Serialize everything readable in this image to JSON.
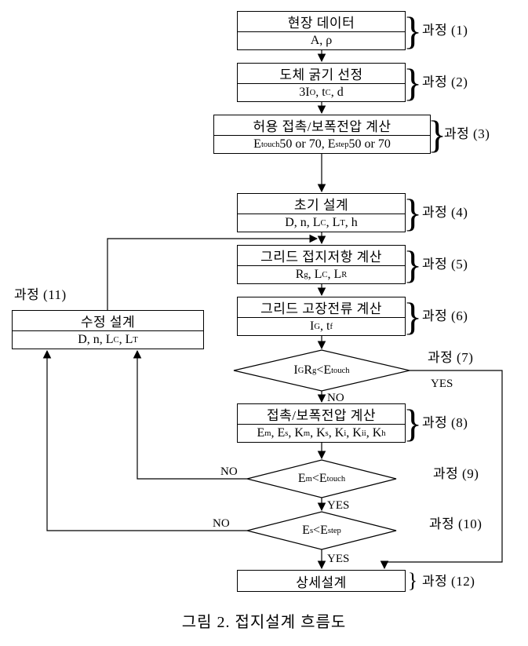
{
  "caption": "그림 2. 접지설계 흐름도",
  "edge_labels": {
    "yes": "YES",
    "no": "NO"
  },
  "decor": {
    "brace": "}"
  },
  "process_labels": {
    "p1": "과정 (1)",
    "p2": "과정 (2)",
    "p3": "과정 (3)",
    "p4": "과정 (4)",
    "p5": "과정 (5)",
    "p6": "과정 (6)",
    "p7": "과정 (7)",
    "p8": "과정 (8)",
    "p9": "과정 (9)",
    "p10": "과정 (10)",
    "p11": "과정 (11)",
    "p12": "과정 (12)"
  },
  "nodes": {
    "site_data": {
      "title": "현장 데이터",
      "value": [
        [
          "A, ρ",
          false
        ]
      ]
    },
    "conductor_size": {
      "title": "도체 굵기 선정",
      "value": [
        [
          "3I",
          false
        ],
        [
          "O",
          true
        ],
        [
          ", t",
          false
        ],
        [
          "C",
          true
        ],
        [
          ", d",
          false
        ]
      ]
    },
    "allowable_voltage": {
      "title": "허용 접촉/보폭전압 계산",
      "value": [
        [
          "E",
          false
        ],
        [
          "touch",
          true
        ],
        [
          " 50 or 70, E",
          false
        ],
        [
          "step",
          true
        ],
        [
          " 50 or 70",
          false
        ]
      ]
    },
    "initial_design": {
      "title": "초기 설계",
      "value": [
        [
          "D, n, L",
          false
        ],
        [
          "C",
          true
        ],
        [
          ", L",
          false
        ],
        [
          "T",
          true
        ],
        [
          ", h",
          false
        ]
      ]
    },
    "grid_resistance": {
      "title": "그리드 접지저항 계산",
      "value": [
        [
          "R",
          false
        ],
        [
          "g",
          true
        ],
        [
          ", L",
          false
        ],
        [
          "C",
          true
        ],
        [
          ", L",
          false
        ],
        [
          "R",
          true
        ]
      ]
    },
    "grid_fault_current": {
      "title": "그리드 고장전류 계산",
      "value": [
        [
          "I",
          false
        ],
        [
          "G",
          true
        ],
        [
          ", t",
          false
        ],
        [
          "f",
          true
        ]
      ]
    },
    "decision_touch_limit": {
      "condition": [
        [
          "I",
          false
        ],
        [
          "G",
          true
        ],
        [
          "R",
          false
        ],
        [
          "g",
          true
        ],
        [
          "<E",
          false
        ],
        [
          "touch",
          true
        ]
      ]
    },
    "touch_step_voltage": {
      "title": "접촉/보폭전압 계산",
      "value": [
        [
          "E",
          false
        ],
        [
          "m",
          true
        ],
        [
          ", E",
          false
        ],
        [
          "s",
          true
        ],
        [
          ", K",
          false
        ],
        [
          "m",
          true
        ],
        [
          ", K",
          false
        ],
        [
          "s",
          true
        ],
        [
          ", K",
          false
        ],
        [
          "i",
          true
        ],
        [
          ", K",
          false
        ],
        [
          "ii",
          true
        ],
        [
          ", K",
          false
        ],
        [
          "h",
          true
        ]
      ]
    },
    "decision_em": {
      "condition": [
        [
          "E",
          false
        ],
        [
          "m",
          true
        ],
        [
          "<E",
          false
        ],
        [
          "touch",
          true
        ]
      ]
    },
    "decision_es": {
      "condition": [
        [
          "E",
          false
        ],
        [
          "s",
          true
        ],
        [
          "<E",
          false
        ],
        [
          "step",
          true
        ]
      ]
    },
    "modify_design": {
      "title": "수정 설계",
      "value": [
        [
          "D, n, L",
          false
        ],
        [
          "C",
          true
        ],
        [
          ", L",
          false
        ],
        [
          "T",
          true
        ]
      ]
    },
    "detail_design": {
      "title": "상세설계"
    }
  }
}
